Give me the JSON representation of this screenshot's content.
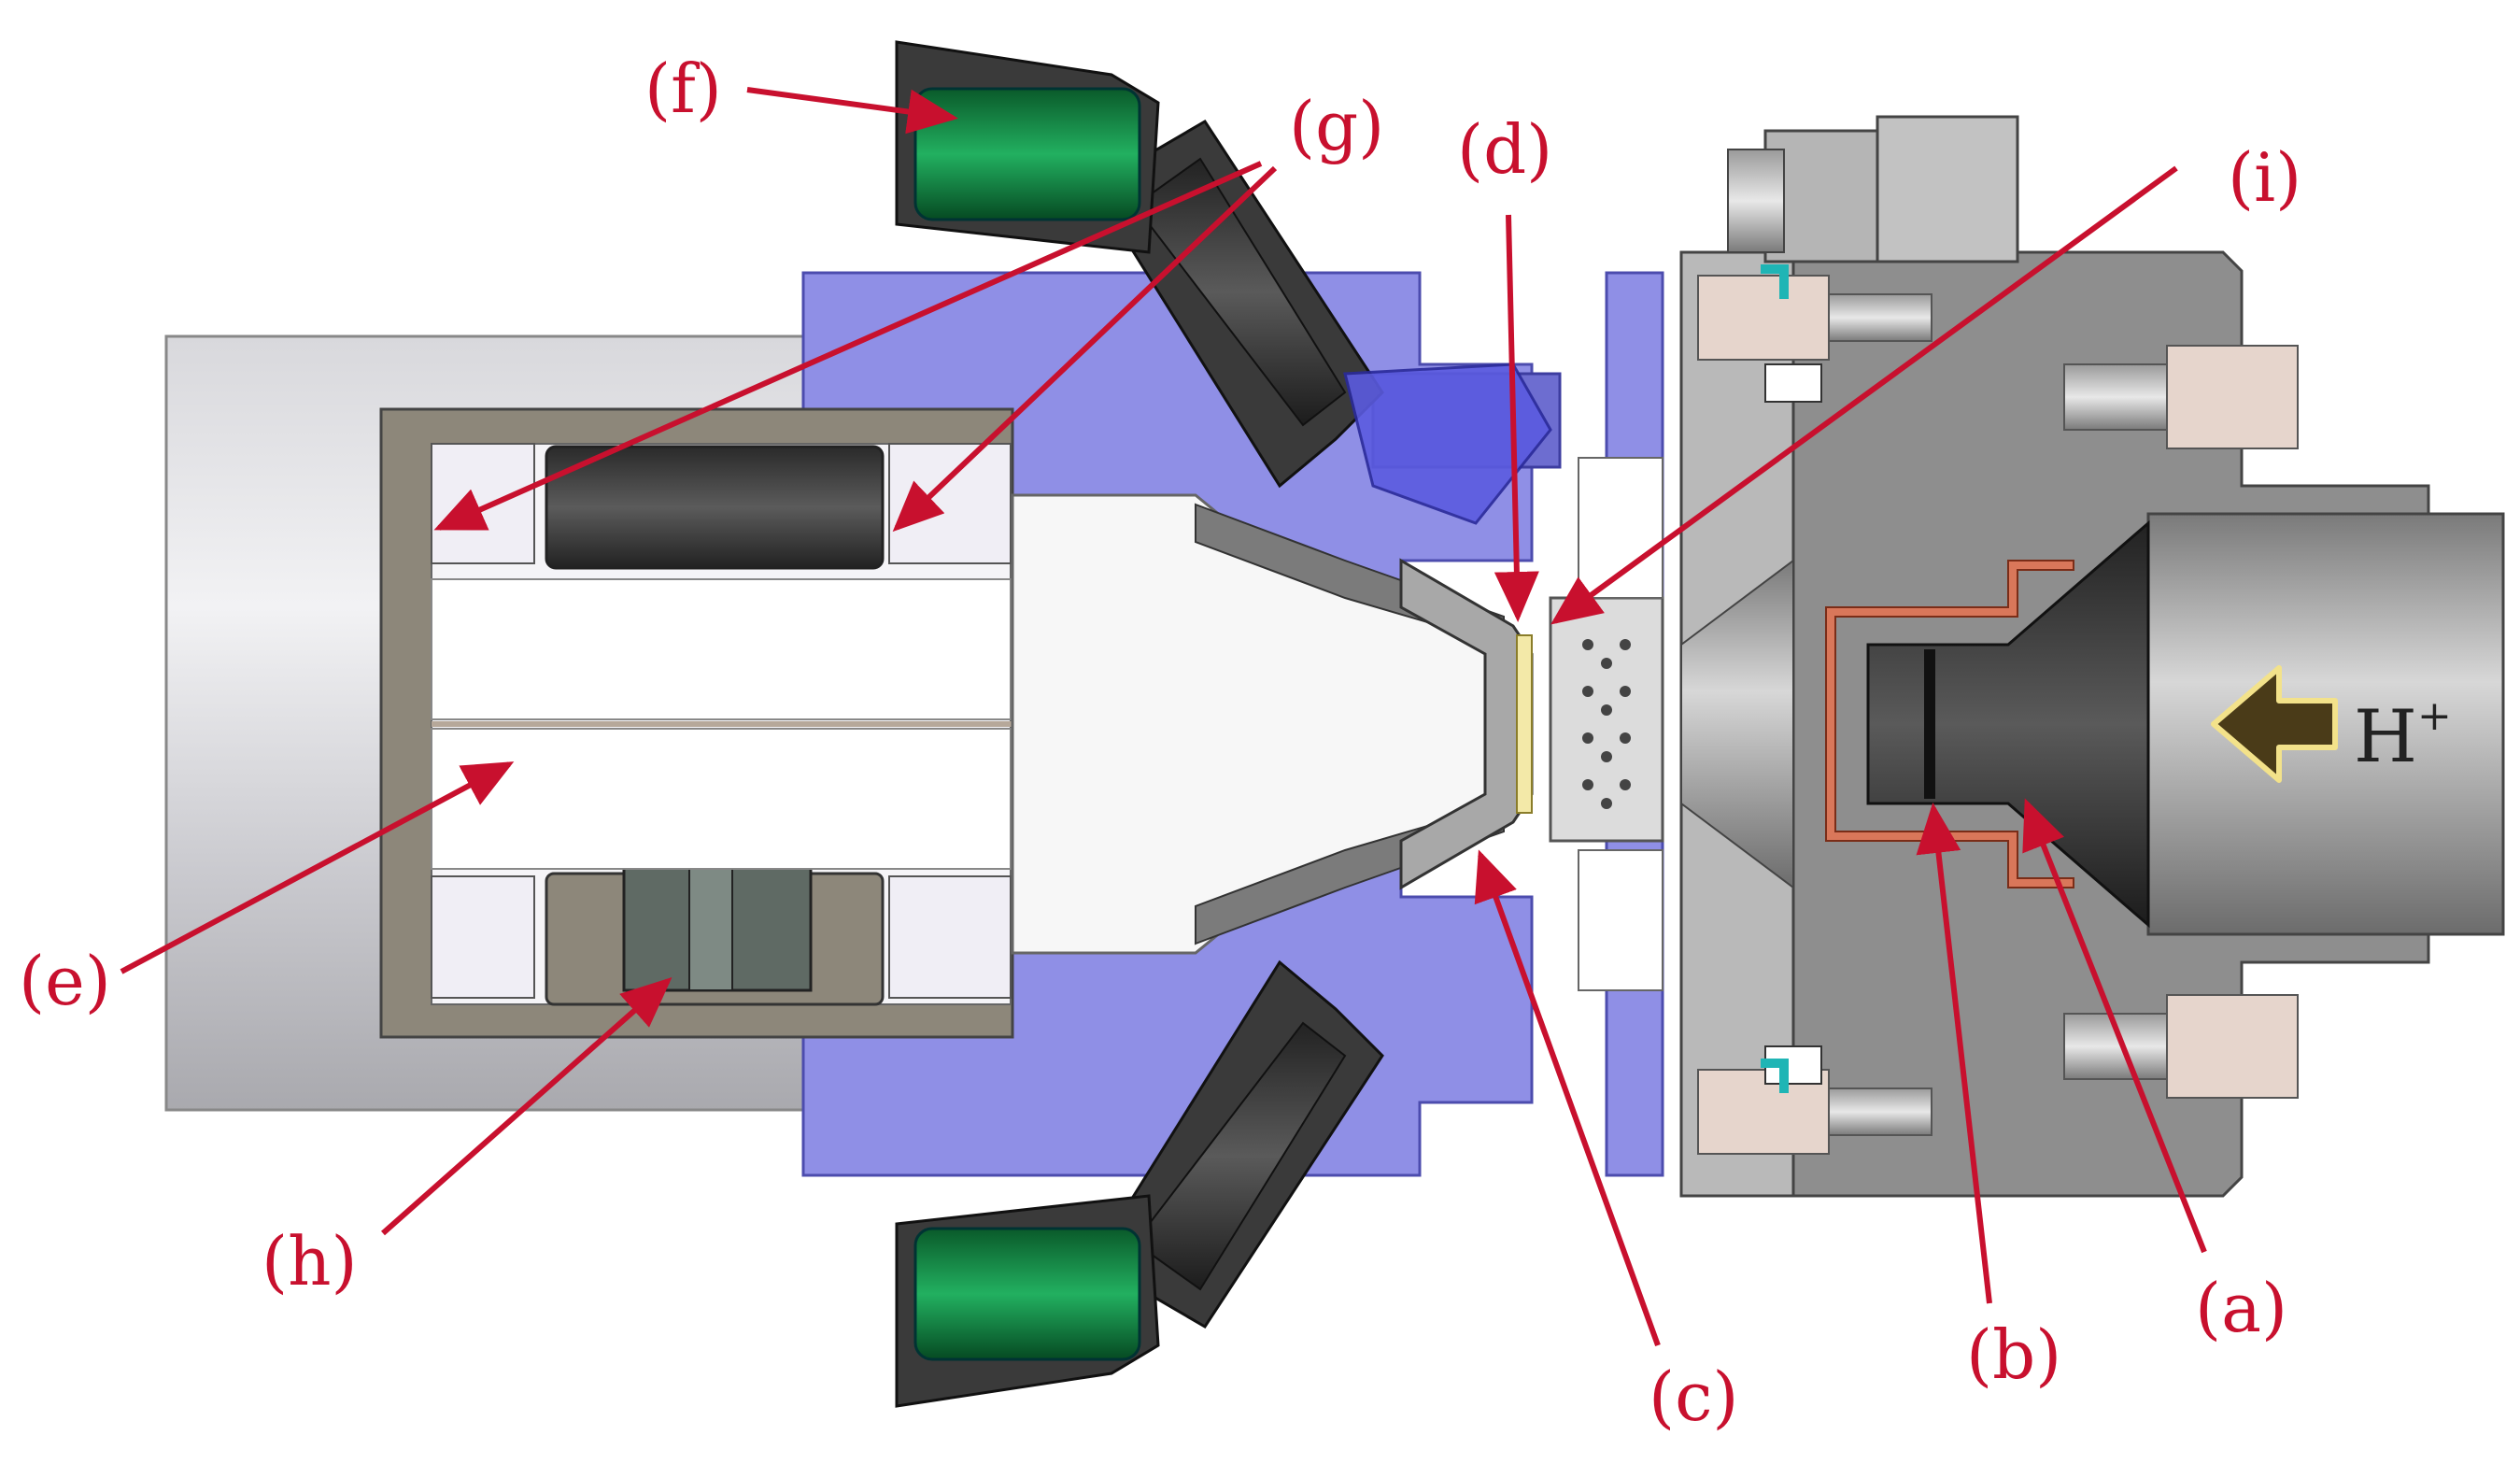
{
  "colors": {
    "label": "#c8102e",
    "leader": "#c8102e",
    "housing_blue": "#8f8fe6",
    "housing_blue_dark": "#6d6dd0",
    "steel_gray": "#8e8e8e",
    "steel_dark": "#555555",
    "dark_body": "#3a3a3a",
    "cap_green": "#0d7a3a",
    "pipe_gray": "#bdbdbd",
    "frame_taupe": "#8d877a",
    "foil_yellow": "#f3e9a8",
    "seal_copper": "#d9775a",
    "bolt_beige": "#e6d5cc",
    "seal_teal": "#1fb5b5",
    "arrow_brown": "#4a3b18"
  },
  "labels": {
    "f": "(f)",
    "g": "(g)",
    "d": "(d)",
    "i": "(i)",
    "e": "(e)",
    "h": "(h)",
    "c": "(c)",
    "b": "(b)",
    "a": "(a)"
  },
  "beam": {
    "symbol": "H",
    "charge": "+"
  },
  "icons": {
    "beam_arrow": "arrow-left-icon"
  }
}
